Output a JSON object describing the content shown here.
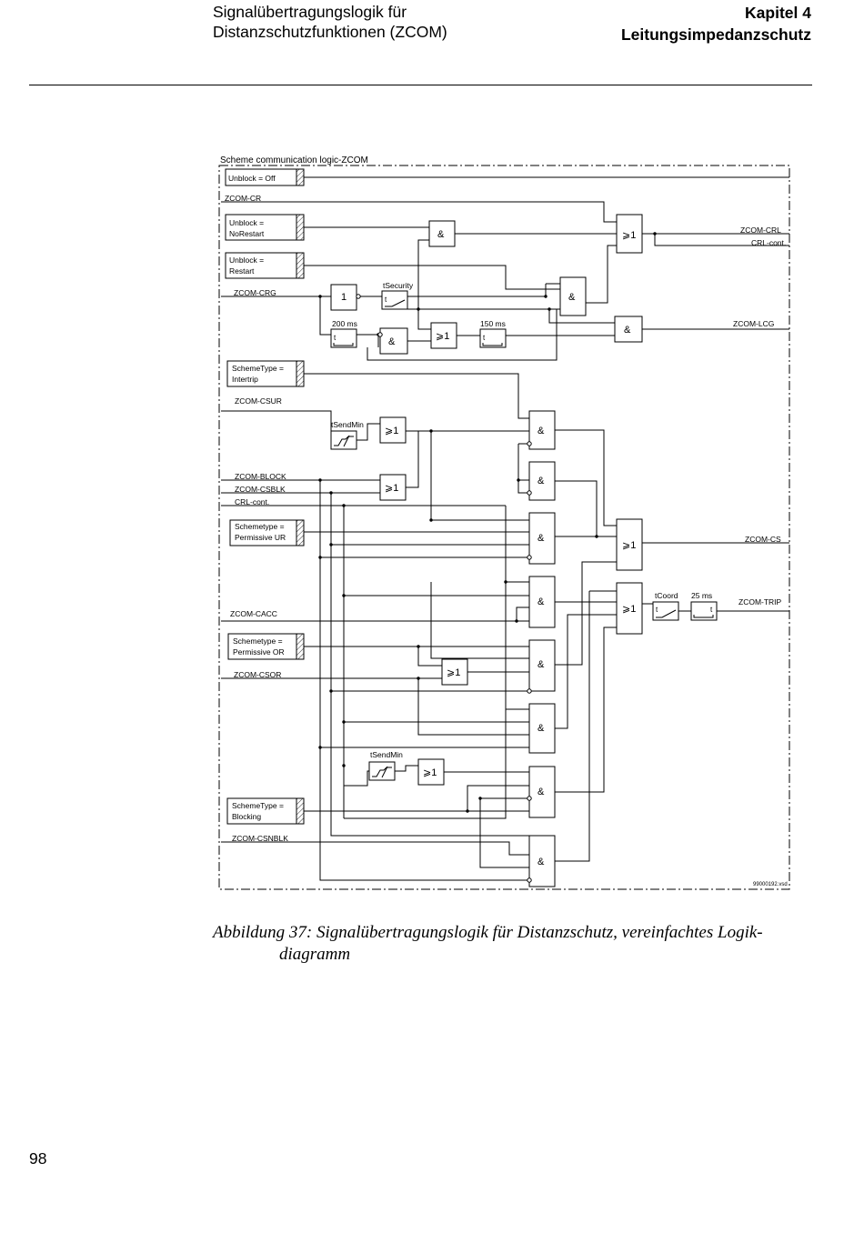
{
  "header": {
    "section_line1": "Signalübertragungslogik für",
    "section_line2": "Distanzschutzfunktionen (ZCOM)",
    "chapter": "Kapitel 4",
    "chapter_title": "Leitungsimpedanzschutz"
  },
  "diagram": {
    "title": "Scheme communication logic-ZCOM",
    "file_ref": "99000192.vsd",
    "setting_boxes": {
      "unblock_off": "Unblock = Off",
      "unblock_norestart_1": "Unblock =",
      "unblock_norestart_2": "NoRestart",
      "unblock_restart_1": "Unblock =",
      "unblock_restart_2": "Restart",
      "scheme_intertrip_1": "SchemeType =",
      "scheme_intertrip_2": "Intertrip",
      "scheme_permissive_ur_1": "Schemetype =",
      "scheme_permissive_ur_2": "Permissive UR",
      "scheme_permissive_or_1": "Schemetype =",
      "scheme_permissive_or_2": "Permissive OR",
      "scheme_blocking_1": "SchemeType =",
      "scheme_blocking_2": "Blocking"
    },
    "inputs": {
      "cr": "ZCOM-CR",
      "crg": "ZCOM-CRG",
      "csur": "ZCOM-CSUR",
      "block": "ZCOM-BLOCK",
      "csblk": "ZCOM-CSBLK",
      "crl_cont": "CRL-cont.",
      "cacc": "ZCOM-CACC",
      "csor": "ZCOM-CSOR",
      "csnblk": "ZCOM-CSNBLK"
    },
    "outputs": {
      "crl": "ZCOM-CRL",
      "crl_cont": "CRL-cont.",
      "lcg": "ZCOM-LCG",
      "cs": "ZCOM-CS",
      "trip": "ZCOM-TRIP"
    },
    "timers": {
      "t_security": "tSecurity",
      "t_200": "200 ms",
      "t_150": "150 ms",
      "t_sendmin_1": "tSendMin",
      "t_sendmin_2": "tSendMin",
      "t_coord": "tCoord",
      "t_25": "25 ms",
      "t_char": "t"
    },
    "gate_symbols": {
      "and": "&",
      "or": "⩾1",
      "not": "1"
    }
  },
  "caption": {
    "line1": "Abbildung 37: Signalübertragungslogik für Distanzschutz, vereinfachtes Logik-",
    "line2": "diagramm"
  },
  "page_number": "98"
}
